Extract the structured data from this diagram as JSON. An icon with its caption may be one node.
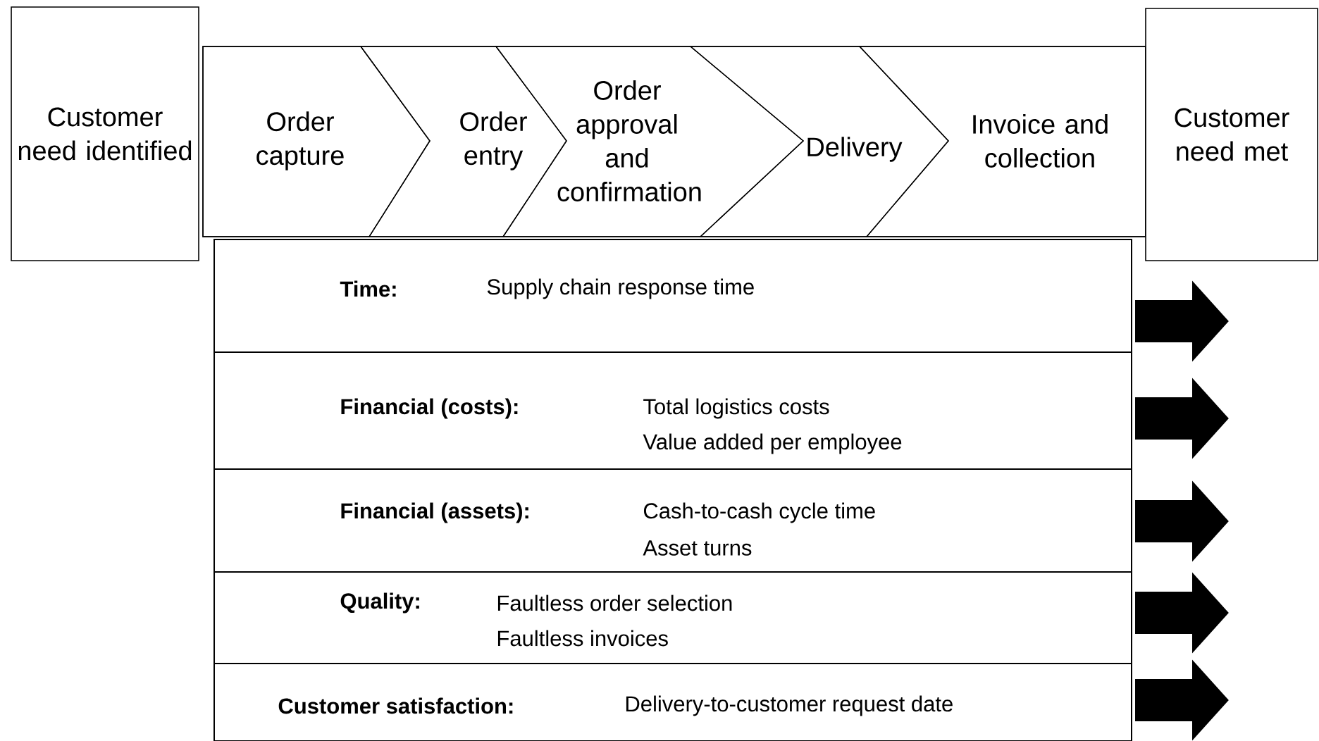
{
  "diagram": {
    "nodes": [
      {
        "text": [
          "Customer need identified"
        ]
      },
      {
        "text": [],
        "shape": "box"
      },
      {
        "text": [
          "Order capture"
        ],
        "in": 1
      },
      {
        "text": [
          "Order entry"
        ],
        "in": 1
      },
      {
        "text": [
          "Order approval and confirmation"
        ],
        "in": 1
      },
      {
        "text": [
          "Delivery"
        ],
        "in": 1
      },
      {
        "text": [
          "Invoice and collection"
        ],
        "in": 1
      },
      {
        "text": [
          "Customer need met"
        ]
      },
      {
        "text": [
          "Time:",
          "Supply chain response time"
        ]
      },
      {
        "text": [
          "Financial (costs):",
          "Total logistics costs",
          "Value added per employee"
        ]
      },
      {
        "text": [
          "Financial (assets):",
          "Cash-to-cash cycle time",
          "Asset turns"
        ]
      },
      {
        "text": [
          "Quality:",
          "Faultless order selection",
          "Faultless invoices"
        ]
      },
      {
        "text": [
          "Customer satisfaction:",
          "Delivery-to-customer request date"
        ]
      }
    ],
    "edges": [
      {
        "from": 8,
        "to": null,
        "arrow": "to"
      },
      {
        "from": 9,
        "to": null,
        "arrow": "to"
      },
      {
        "from": 10,
        "to": null,
        "arrow": "to"
      },
      {
        "from": 11,
        "to": null,
        "arrow": "to"
      },
      {
        "from": 12,
        "to": null,
        "arrow": "to"
      }
    ]
  }
}
